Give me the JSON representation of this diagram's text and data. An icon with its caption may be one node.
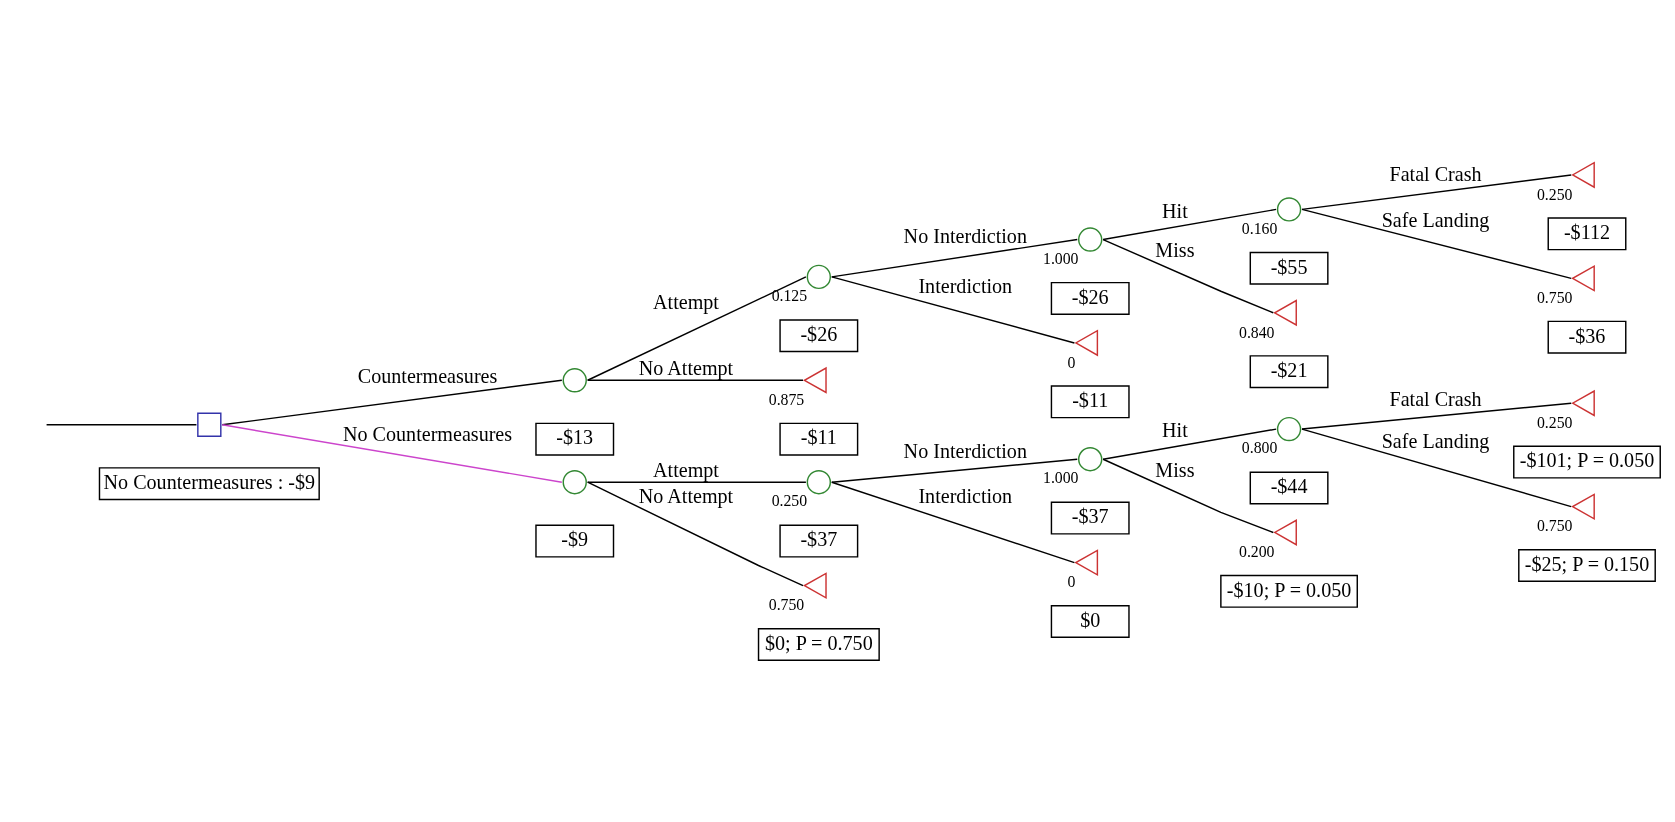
{
  "diagram": {
    "nodes": [
      {
        "text": [],
        "shape": "box",
        "beside": [
          "No Countermeasures : -$9"
        ]
      },
      {
        "text": [],
        "shape": "circle",
        "beside": [
          "-$13"
        ]
      },
      {
        "text": [],
        "shape": "circle",
        "beside": [
          "0.125",
          "-$26"
        ]
      },
      {
        "text": [],
        "shape": "circle",
        "beside": [
          "1.000",
          "-$26"
        ]
      },
      {
        "text": [],
        "shape": "circle",
        "beside": [
          "0.160",
          "-$55"
        ]
      },
      {
        "text": [],
        "shape": "triangle",
        "beside": [
          "0.250",
          "-$112"
        ]
      },
      {
        "text": [],
        "shape": "triangle",
        "beside": [
          "0.750",
          "-$36"
        ]
      },
      {
        "text": [],
        "shape": "triangle",
        "beside": [
          "0.840",
          "-$21"
        ]
      },
      {
        "text": [],
        "shape": "triangle",
        "beside": [
          "0",
          "-$11"
        ]
      },
      {
        "text": [],
        "shape": "triangle",
        "beside": [
          "0.875",
          "-$11"
        ]
      },
      {
        "text": [],
        "shape": "circle",
        "beside": [
          "-$9"
        ]
      },
      {
        "text": [],
        "shape": "circle",
        "beside": [
          "0.250",
          "-$37"
        ]
      },
      {
        "text": [],
        "shape": "circle",
        "beside": [
          "1.000",
          "-$37"
        ]
      },
      {
        "text": [],
        "shape": "circle",
        "beside": [
          "0.800",
          "-$44"
        ]
      },
      {
        "text": [],
        "shape": "triangle",
        "beside": [
          "0.250",
          "-$101; P = 0.050"
        ]
      },
      {
        "text": [],
        "shape": "triangle",
        "beside": [
          "0.750",
          "-$25; P = 0.150"
        ]
      },
      {
        "text": [],
        "shape": "triangle",
        "beside": [
          "0.200",
          "-$10; P = 0.050"
        ]
      },
      {
        "text": [],
        "shape": "triangle",
        "beside": [
          "0",
          "$0"
        ]
      },
      {
        "text": [],
        "shape": "triangle",
        "beside": [
          "0.750",
          "$0; P = 0.750"
        ]
      }
    ],
    "edges": [
      {
        "from": null,
        "to": 0,
        "arrow": "none"
      },
      {
        "from": 0,
        "to": 1,
        "arrow": "none",
        "label": "Countermeasures"
      },
      {
        "from": 1,
        "to": 2,
        "arrow": "none",
        "label": "Attempt"
      },
      {
        "from": 2,
        "to": 3,
        "arrow": "none",
        "label": "No Interdiction"
      },
      {
        "from": 3,
        "to": 4,
        "arrow": "none",
        "label": "Hit"
      },
      {
        "from": 4,
        "to": 5,
        "arrow": "none",
        "label": "Fatal Crash"
      },
      {
        "from": 4,
        "to": 6,
        "arrow": "none",
        "label": "Safe Landing"
      },
      {
        "from": 3,
        "to": 7,
        "arrow": "none",
        "label": "Miss"
      },
      {
        "from": 2,
        "to": 8,
        "arrow": "none",
        "label": "Interdiction"
      },
      {
        "from": 1,
        "to": 9,
        "arrow": "none",
        "label": "No Attempt"
      },
      {
        "from": 0,
        "to": 10,
        "arrow": "none",
        "label": "No Countermeasures",
        "color": "#cc44cc"
      },
      {
        "from": 10,
        "to": 11,
        "arrow": "none",
        "label": "Attempt"
      },
      {
        "from": 11,
        "to": 12,
        "arrow": "none",
        "label": "No Interdiction"
      },
      {
        "from": 12,
        "to": 13,
        "arrow": "none",
        "label": "Hit"
      },
      {
        "from": 13,
        "to": 14,
        "arrow": "none",
        "label": "Fatal Crash"
      },
      {
        "from": 13,
        "to": 15,
        "arrow": "none",
        "label": "Safe Landing"
      },
      {
        "from": 12,
        "to": 16,
        "arrow": "none",
        "label": "Miss"
      },
      {
        "from": 11,
        "to": 17,
        "arrow": "none",
        "label": "Interdiction"
      },
      {
        "from": 10,
        "to": 18,
        "arrow": "none",
        "label": "No Attempt"
      }
    ]
  }
}
